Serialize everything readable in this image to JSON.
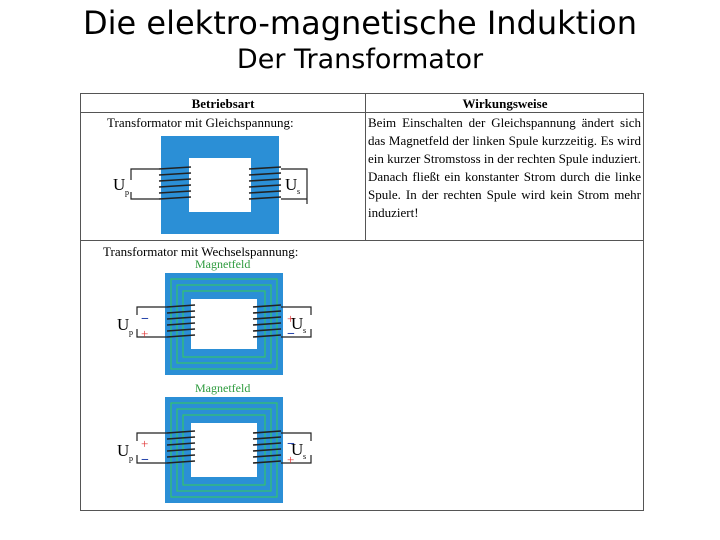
{
  "slide": {
    "title": "Die elektro-magnetische Induktion",
    "subtitle": "Der Transformator"
  },
  "table": {
    "col1_header": "Betriebsart",
    "col2_header": "Wirkungsweise",
    "dc_label": "Transformator mit Gleichspannung:",
    "dc_description": "Beim Einschalten der Gleichspannung ändert sich das Magnetfeld der linken Spule kurzzeitig. Es wird ein kurzer Stromstoss in der rechten Spule induziert. Danach fließt ein konstanter Strom durch die linke Spule. In der rechten Spule wird kein Strom mehr induziert!",
    "ac_label": "Transformator mit Wechselspannung:"
  },
  "diagram": {
    "primary_symbol": "U",
    "primary_sub": "p",
    "secondary_symbol": "U",
    "secondary_sub": "s",
    "field_label": "Magnetfeld",
    "plus": "+",
    "minus": "−",
    "core_color": "#2b8fd6",
    "field_line_color": "#35c46a",
    "field_label_color": "#2e9b3e",
    "plus_color": "#e03030",
    "minus_color": "#1f3fa8"
  }
}
